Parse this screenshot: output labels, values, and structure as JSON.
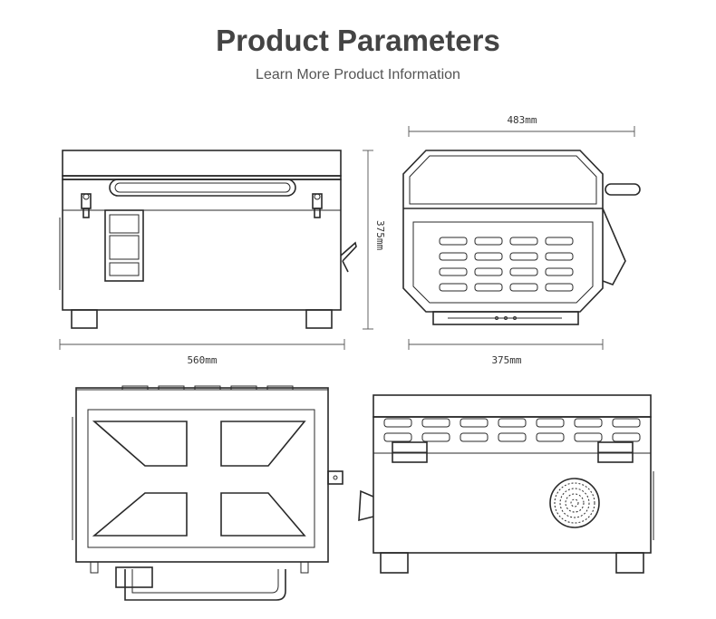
{
  "header": {
    "title": "Product Parameters",
    "subtitle": "Learn More Product Information"
  },
  "dimensions": {
    "front_width": "560mm",
    "height": "375mm",
    "side_top_width": "483mm",
    "side_bottom_width": "375mm"
  }
}
